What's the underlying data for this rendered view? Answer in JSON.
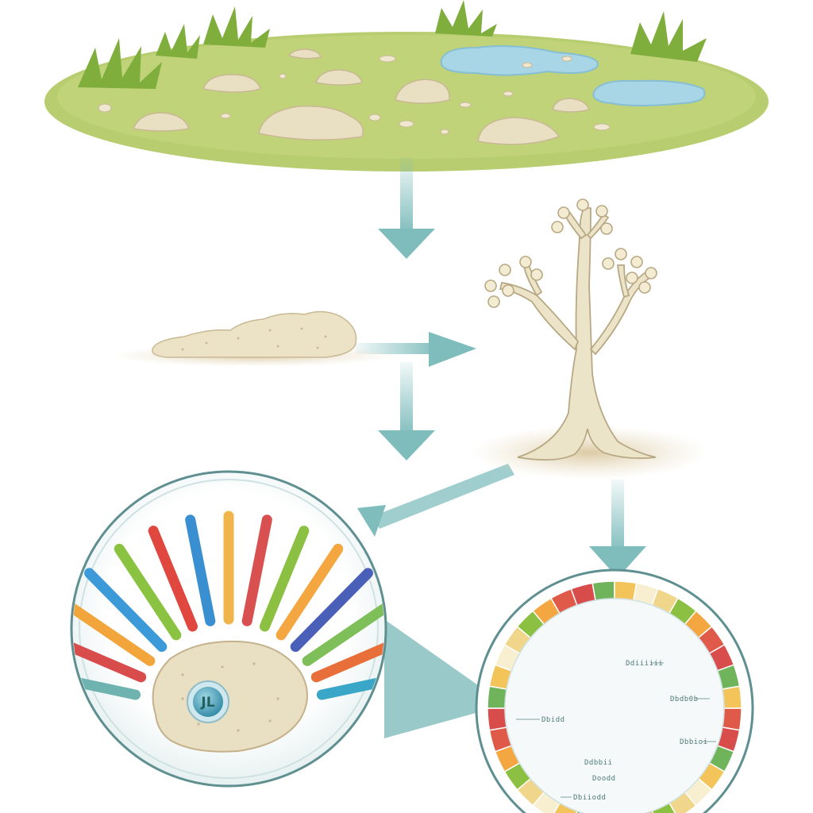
{
  "colors": {
    "meadow": "#b7cd6f",
    "meadow_edge": "#9fbb56",
    "grass": "#7fae3c",
    "puddle": "#a9d6e6",
    "amoeba": "#e9e0c4",
    "amoeba_edge": "#c9b894",
    "stalk": "#ece4c8",
    "arrow": "#7fbcbc",
    "lens_border": "#5f8f90",
    "nucleus": "#4fa0b8"
  },
  "nucleus_label": "JL",
  "chromosome_colors": [
    "#6fb3b0",
    "#d94c4c",
    "#f2a53a",
    "#3d9ad8",
    "#89c341",
    "#e0473e",
    "#3a8fd0",
    "#f0b54a",
    "#d95050",
    "#8cc043",
    "#f4a640",
    "#4a5fb8",
    "#7fbf5a",
    "#e86f3a",
    "#3aa6c8"
  ],
  "ring_segment_colors": [
    "#e05a4a",
    "#f0d68a",
    "#6fb35a",
    "#f4a640",
    "#f7efcf",
    "#d94c4c",
    "#8cc043",
    "#f2c45a"
  ],
  "ring_labels": [
    "Ddiiiiii",
    "Dbdb0b",
    "Dbidd",
    "Dbbioi",
    "Ddbbii",
    "Doodd",
    "Dbiiodd"
  ]
}
